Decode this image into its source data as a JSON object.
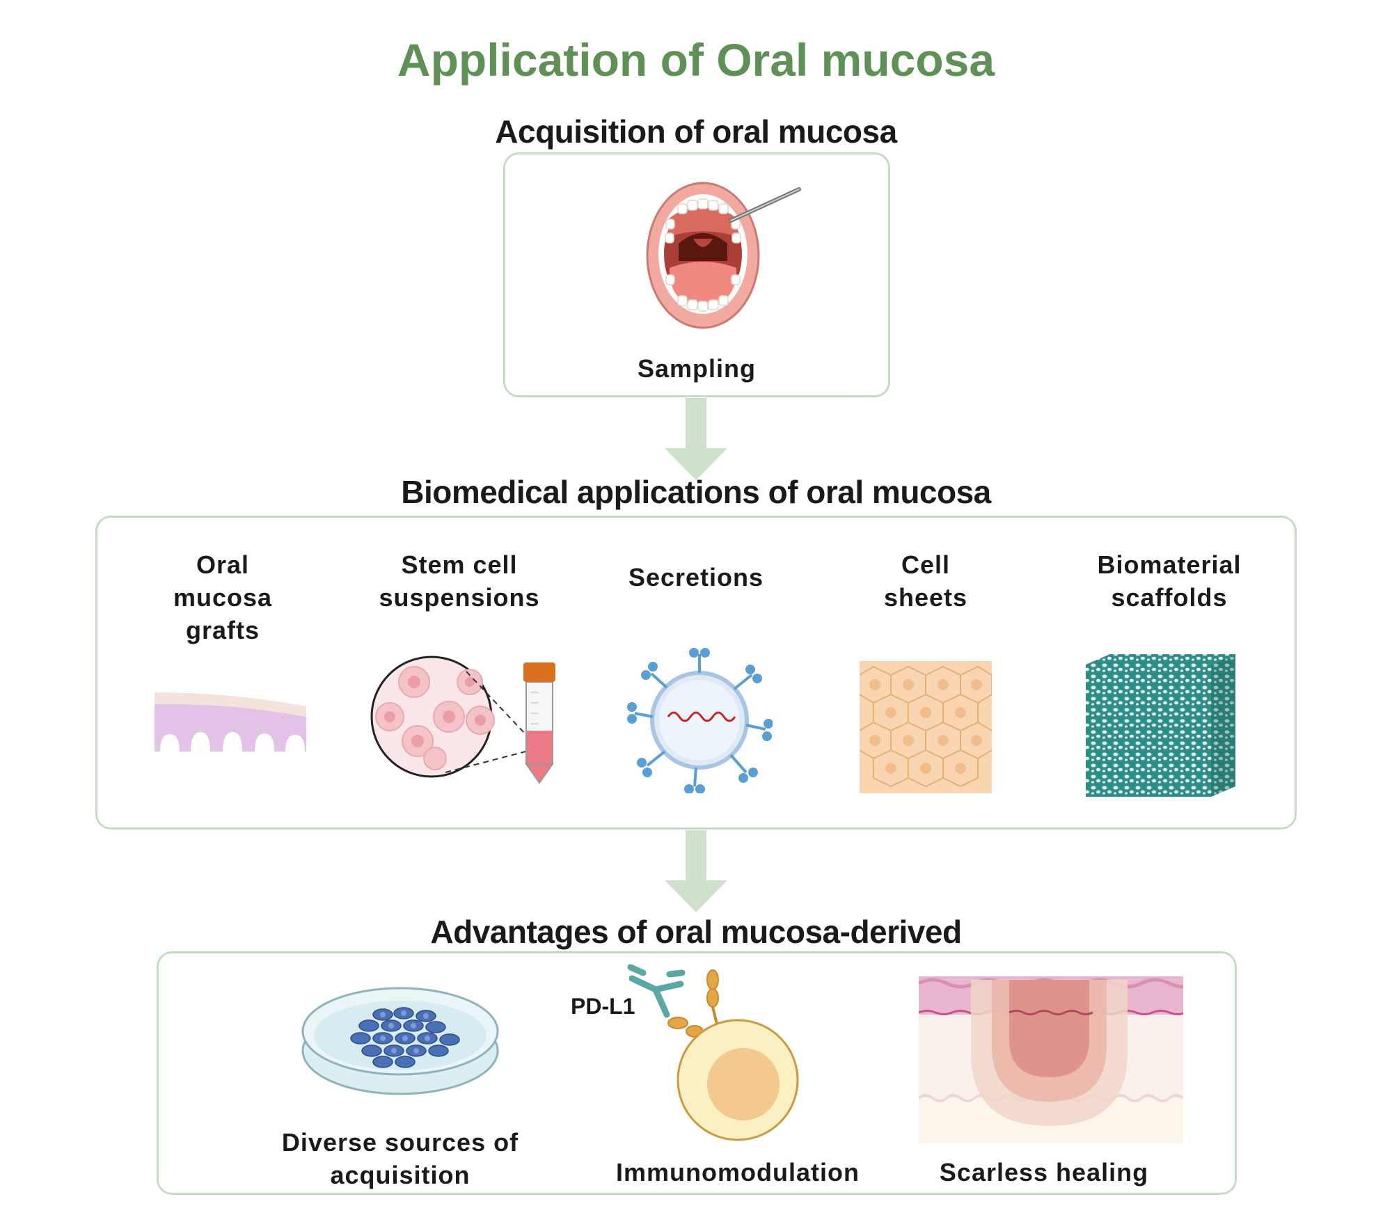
{
  "title": "Application of Oral mucosa",
  "sections": {
    "acquisition": {
      "title": "Acquisition of oral mucosa",
      "item_label": "Sampling",
      "icon": "open-mouth-with-forceps"
    },
    "biomedical": {
      "title": "Biomedical applications of oral mucosa",
      "items": [
        {
          "label": "Oral\nmucosa\ngrafts",
          "icon": "mucosa-graft-layer"
        },
        {
          "label": "Stem cell\nsuspensions",
          "icon": "cell-suspension-tube"
        },
        {
          "label": "Secretions",
          "icon": "exosome"
        },
        {
          "label": "Cell\nsheets",
          "icon": "cell-sheet"
        },
        {
          "label": "Biomaterial\nscaffolds",
          "icon": "porous-scaffold"
        }
      ]
    },
    "advantages": {
      "title": "Advantages of oral mucosa-derived",
      "items": [
        {
          "label": "Diverse sources of\nacquisition",
          "icon": "petri-dish"
        },
        {
          "label": "Immunomodulation",
          "icon": "immune-cell-pd-l1"
        },
        {
          "label": "Scarless healing",
          "icon": "skin-wound-cross-section"
        }
      ],
      "pd_l1_label": "PD-L1"
    }
  },
  "colors": {
    "title": "#5f9156",
    "panel_border": "#c5dcc4",
    "arrow": "#cfe1cd"
  }
}
